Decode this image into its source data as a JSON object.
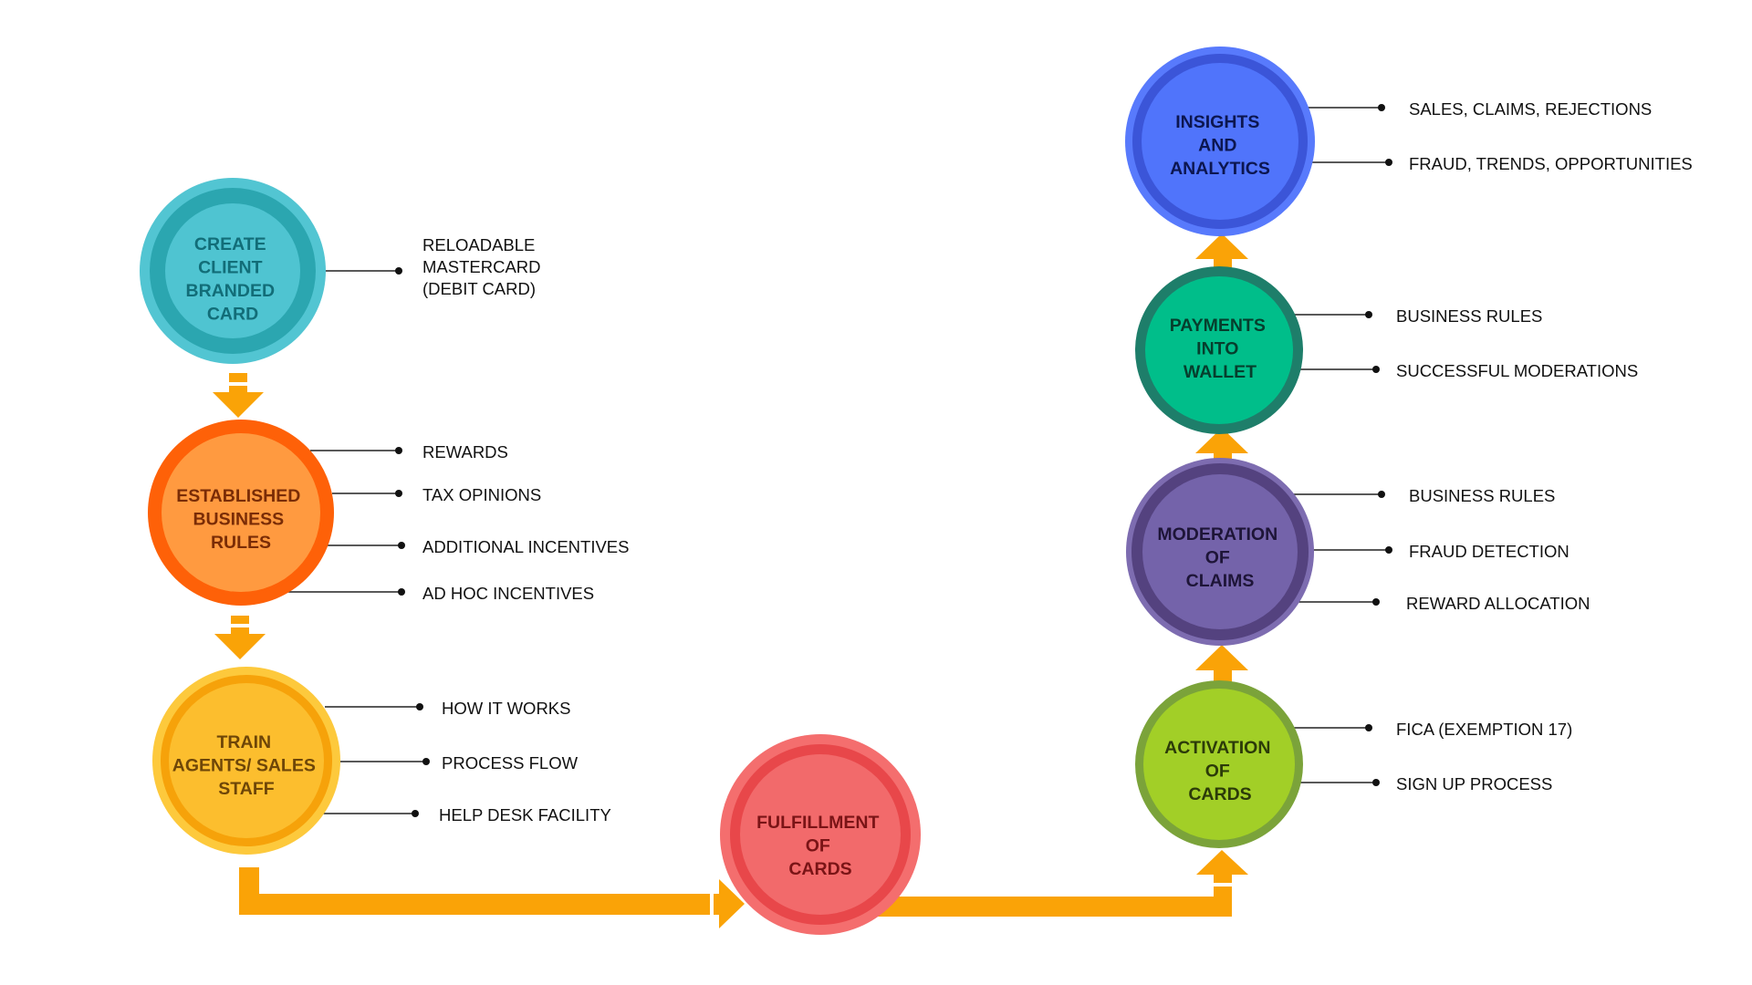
{
  "colors": {
    "arrow": "#FAA307",
    "teal": "#4CC3D2",
    "orange": "#FE6B0C",
    "yellow": "#FCBF2B",
    "red": "#EE4F50",
    "green": "#A0CE26",
    "purple": "#6E57A4",
    "emerald": "#01BE8A",
    "blue": "#4F6EFB",
    "label": "#111111"
  },
  "nodes": [
    {
      "id": "create-client-branded-card",
      "lines": [
        "CREATE",
        "CLIENT",
        "BRANDED",
        "CARD"
      ],
      "colors": {
        "outer": "#52C5D2",
        "ring": "#2BA6B0",
        "inner": "#4FC4D1",
        "text": "#126D78"
      },
      "labels": [
        "RELOADABLE\nMASTERCARD\n(DEBIT CARD)"
      ]
    },
    {
      "id": "established-business-rules",
      "lines": [
        "ESTABLISHED",
        "BUSINESS",
        "RULES"
      ],
      "colors": {
        "outer": "#FE6108",
        "ring": "#FE6108",
        "inner": "#FF9A40",
        "text": "#7A2C06"
      },
      "labels": [
        "REWARDS",
        "TAX OPINIONS",
        "ADDITIONAL INCENTIVES",
        "AD HOC INCENTIVES"
      ]
    },
    {
      "id": "train-agents-sales-staff",
      "lines": [
        "TRAIN",
        "AGENTS/ SALES",
        "STAFF"
      ],
      "colors": {
        "outer": "#FDC93C",
        "ring": "#F6A20A",
        "inner": "#FCBE2E",
        "text": "#6E4608"
      },
      "labels": [
        "HOW IT WORKS",
        "PROCESS FLOW",
        "HELP DESK FACILITY"
      ]
    },
    {
      "id": "fulfillment-of-cards",
      "lines": [
        "FULFILLMENT",
        "OF",
        "CARDS"
      ],
      "colors": {
        "outer": "#F46E6E",
        "ring": "#E8474A",
        "inner": "#F26A6B",
        "text": "#7A1416"
      },
      "labels": []
    },
    {
      "id": "activation-of-cards",
      "lines": [
        "ACTIVATION",
        "OF",
        "CARDS"
      ],
      "colors": {
        "outer": "#7BA33A",
        "ring": "#7BA33A",
        "inner": "#A2CF27",
        "text": "#2C3B09"
      },
      "labels": [
        "FICA (EXEMPTION 17)",
        "SIGN UP PROCESS"
      ]
    },
    {
      "id": "moderation-of-claims",
      "lines": [
        "MODERATION",
        "OF",
        "CLAIMS"
      ],
      "colors": {
        "outer": "#7D6CB0",
        "ring": "#54427F",
        "inner": "#7463AA",
        "text": "#1E1538"
      },
      "labels": [
        "BUSINESS RULES",
        "FRAUD DETECTION",
        "REWARD ALLOCATION"
      ]
    },
    {
      "id": "payments-into-wallet",
      "lines": [
        "PAYMENTS",
        "INTO",
        "WALLET"
      ],
      "colors": {
        "outer": "#1E7E6A",
        "ring": "#1E7E6A",
        "inner": "#00BE8A",
        "text": "#063E2D"
      },
      "labels": [
        "BUSINESS RULES",
        "SUCCESSFUL MODERATIONS"
      ]
    },
    {
      "id": "insights-and-analytics",
      "lines": [
        "INSIGHTS",
        "AND",
        "ANALYTICS"
      ],
      "colors": {
        "outer": "#587AFC",
        "ring": "#3B55D8",
        "inner": "#5074FB",
        "text": "#0C1650"
      },
      "labels": [
        "SALES, CLAIMS, REJECTIONS",
        "FRAUD, TRENDS, OPPORTUNITIES"
      ]
    }
  ]
}
